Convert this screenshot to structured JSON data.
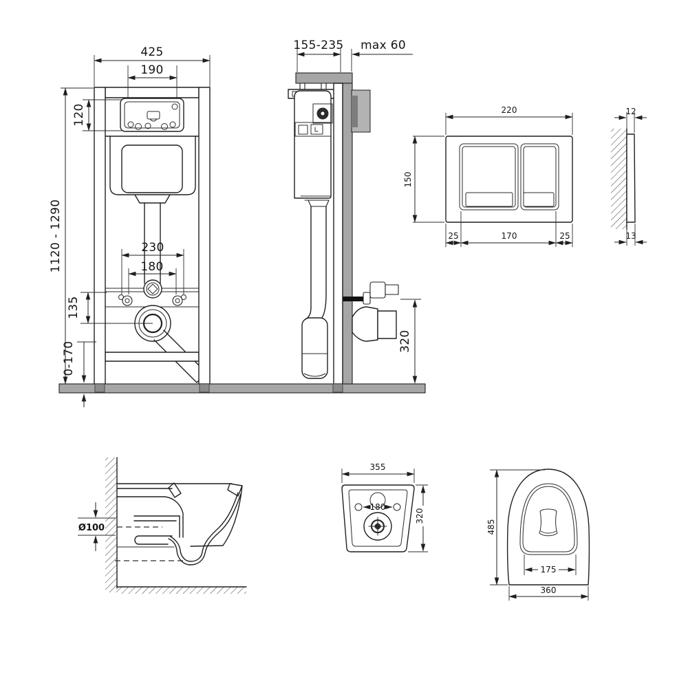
{
  "views": {
    "frame_front": {
      "dims": {
        "width": "425",
        "access_width": "190",
        "access_height": "120",
        "height_range": "1120 - 1290",
        "anchor_spacing": "230",
        "stud_spacing": "180",
        "drain_offset": "135",
        "foot_adjust": "0-170"
      }
    },
    "frame_side": {
      "dims": {
        "depth_range": "155-235",
        "wall_max": "max 60",
        "outlet_height": "320"
      }
    },
    "plate_front": {
      "dims": {
        "width": "220",
        "height": "150",
        "left_margin": "25",
        "button_span": "170",
        "right_margin": "25"
      }
    },
    "plate_side": {
      "dims": {
        "top_thickness": "12",
        "bottom_thickness": "13"
      }
    },
    "bowl_section": {
      "dims": {
        "outlet_diameter": "Ø100"
      }
    },
    "bowl_back": {
      "dims": {
        "width": "355",
        "bolt_spacing": "180",
        "height": "320"
      }
    },
    "bowl_top": {
      "dims": {
        "depth": "485",
        "inner_width": "175",
        "width": "360"
      }
    }
  },
  "colors": {
    "line": "#1f1f1f",
    "surface_gray": "#a6a6a6",
    "foot_gray": "#8b8b8b",
    "background": "#ffffff"
  }
}
